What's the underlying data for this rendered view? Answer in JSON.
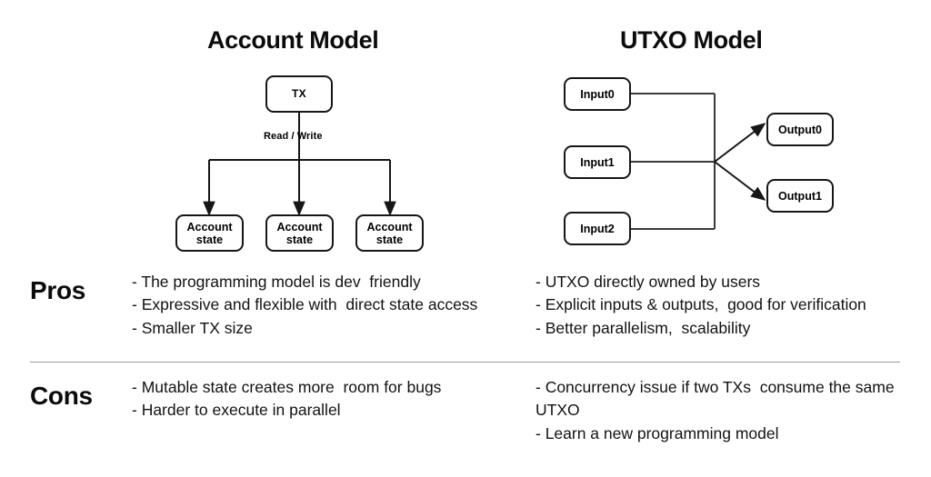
{
  "titles": {
    "account_model": "Account Model",
    "utxo_model": "UTXO Model"
  },
  "account_diagram": {
    "tx_node": "TX",
    "edge_label": "Read / Write",
    "state_nodes": [
      "Account\nstate",
      "Account\nstate",
      "Account\nstate"
    ]
  },
  "utxo_diagram": {
    "inputs": [
      "Input0",
      "Input1",
      "Input2"
    ],
    "outputs": [
      "Output0",
      "Output1"
    ]
  },
  "comparison": {
    "pros": {
      "label": "Pros",
      "account": [
        "- The programming model is dev  friendly",
        "- Expressive and flexible with  direct state access",
        "- Smaller TX size"
      ],
      "utxo": [
        "- UTXO directly owned by users",
        "- Explicit inputs & outputs,  good for verification",
        "- Better parallelism,  scalability"
      ]
    },
    "cons": {
      "label": "Cons",
      "account": [
        "- Mutable state creates more  room for bugs",
        "- Harder to execute in parallel"
      ],
      "utxo": [
        "- Concurrency issue if two TXs  consume the same UTXO",
        "- Learn a new programming model"
      ]
    }
  },
  "colors": {
    "background": "#ffffff",
    "text": "#000000",
    "stroke": "#161616",
    "divider": "#9a9a9a"
  }
}
